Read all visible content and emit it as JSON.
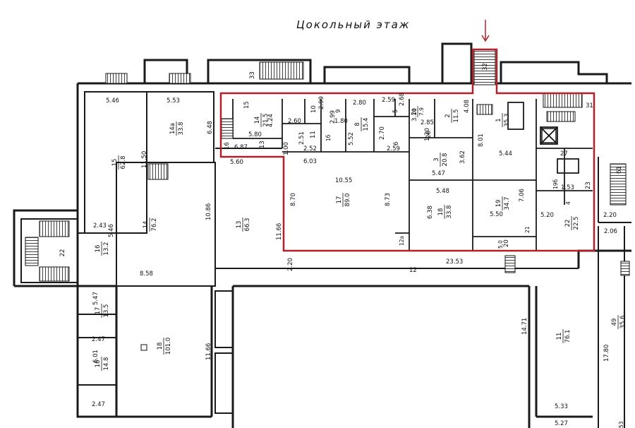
{
  "title": "Цокольный этаж",
  "rooms": [
    {
      "num": "15",
      "area": "62.8",
      "dims": [
        "5.46",
        "11.50"
      ]
    },
    {
      "num": "14а",
      "area": "33.8",
      "dims": [
        "5.53",
        "6.48"
      ]
    },
    {
      "num": "14",
      "area": "76.2",
      "dims": [
        "10.86",
        "8.58"
      ]
    },
    {
      "num": "13",
      "area": "66.3",
      "dims": [
        "11.66"
      ]
    },
    {
      "num": "16",
      "area": "13.2",
      "dims": [
        "2.43",
        "5.46"
      ]
    },
    {
      "num": "22",
      "area": "",
      "dims": []
    },
    {
      "num": "17",
      "area": "13.5",
      "dims": [
        "5.47",
        "2.47"
      ]
    },
    {
      "num": "18",
      "area": "101.0",
      "dims": [
        "11.66"
      ]
    },
    {
      "num": "16",
      "area": "14.8",
      "dims": [
        "6.01",
        "2.47"
      ]
    },
    {
      "num": "17",
      "area": "89.0",
      "dims": [
        "10.55",
        "8.73",
        "8.70"
      ]
    },
    {
      "num": "18",
      "area": "33.8",
      "dims": [
        "5.48",
        "6.38"
      ]
    },
    {
      "num": "3",
      "area": "20.8",
      "dims": [
        "3.62",
        "5.47"
      ]
    },
    {
      "num": "1",
      "area": "35.3",
      "dims": [
        "8.01",
        "5.44"
      ]
    },
    {
      "num": "19",
      "area": "34.7",
      "dims": [
        "7.06",
        "5.50"
      ]
    },
    {
      "num": "22",
      "area": "22.5",
      "dims": [
        "5.20"
      ]
    },
    {
      "num": "14",
      "area": "21.5",
      "dims": [
        "4.24",
        "5.80"
      ]
    },
    {
      "num": "8",
      "area": "15.4",
      "dims": [
        "2.80",
        "5.52"
      ]
    },
    {
      "num": "2",
      "area": "11.5",
      "dims": [
        "4.08"
      ]
    },
    {
      "num": "2а",
      "area": "7.9",
      "dims": [
        "3.10",
        "2.85"
      ]
    },
    {
      "num": "11",
      "area": "76.1",
      "dims": [
        "14.71"
      ]
    },
    {
      "num": "49",
      "area": "35.6",
      "dims": [
        "17.80"
      ]
    }
  ],
  "labels": {
    "dim_5_46": "5.46",
    "dim_5_53": "5.53",
    "dim_6_48": "6.48",
    "dim_11_50": "11.50",
    "dim_5_60": "5.60",
    "dim_10_86": "10.86",
    "dim_8_58": "8.58",
    "dim_11_66a": "11.66",
    "dim_2_43": "2.43",
    "dim_5_46b": "5.46",
    "dim_2_20": "2.20",
    "dim_23_53": "23.53",
    "dim_5_47": "5.47",
    "dim_2_47a": "2.47",
    "dim_6_01": "6.01",
    "dim_2_47b": "2.47",
    "dim_11_66b": "11.66",
    "dim_10_55": "10.55",
    "dim_8_73": "8.73",
    "dim_8_70": "8.70",
    "dim_6_03": "6.03",
    "dim_6_87": "6.87",
    "dim_5_80": "5.80",
    "dim_4_24": "4.24",
    "dim_2_60": "2.60",
    "dim_2_99a": "2.99",
    "dim_2_99b": "2.99",
    "dim_1_80": "1.80",
    "dim_2_80": "2.80",
    "dim_5_52": "5.52",
    "dim_2_59a": "2.59",
    "dim_2_59b": "2.59",
    "dim_2_68": "2.68",
    "dim_2_70": "2.70",
    "dim_2_51": "2.51",
    "dim_2_52": "2.52",
    "dim_1_00": "1.00",
    "dim_3_10": "3.10",
    "dim_2_85": "2.85",
    "dim_1_20": "1.20",
    "dim_4_08": "4.08",
    "dim_3_62": "3.62",
    "dim_5_47b": "5.47",
    "dim_5_48": "5.48",
    "dim_6_38": "6.38",
    "dim_8_01": "8.01",
    "dim_5_44": "5.44",
    "dim_7_06": "7.06",
    "dim_5_50": "5.50",
    "dim_5_20": "5.20",
    "dim_1_53": "1.53",
    "dim_2_20b": "2.20",
    "dim_2_06": "2.06",
    "dim_14_71": "14.71",
    "dim_17_80": "17.80",
    "dim_5_33": "5.33",
    "dim_5_27": "5.27",
    "dim_5_0": "5.0",
    "num_33": "33",
    "num_15": "15",
    "num_16": "16",
    "num_13": "13",
    "num_10": "10",
    "num_9": "9",
    "num_1b": "1б",
    "num_11": "11",
    "num_5": "5",
    "num_26": "26",
    "num_6": "6",
    "num_32": "32",
    "num_31": "31",
    "num_27": "27",
    "num_19b": "19б",
    "num_23": "23",
    "num_61": "61",
    "num_12": "12",
    "num_21": "21",
    "num_20": "20",
    "num_12a": "12а",
    "num_53": "53",
    "num_4": "4"
  },
  "colors": {
    "boundary": "#b3202a",
    "wall": "#1a1a1a",
    "hatch": "#222222"
  },
  "icons": [
    "entrance-arrow-icon",
    "stair-icon",
    "elevator-icon"
  ]
}
